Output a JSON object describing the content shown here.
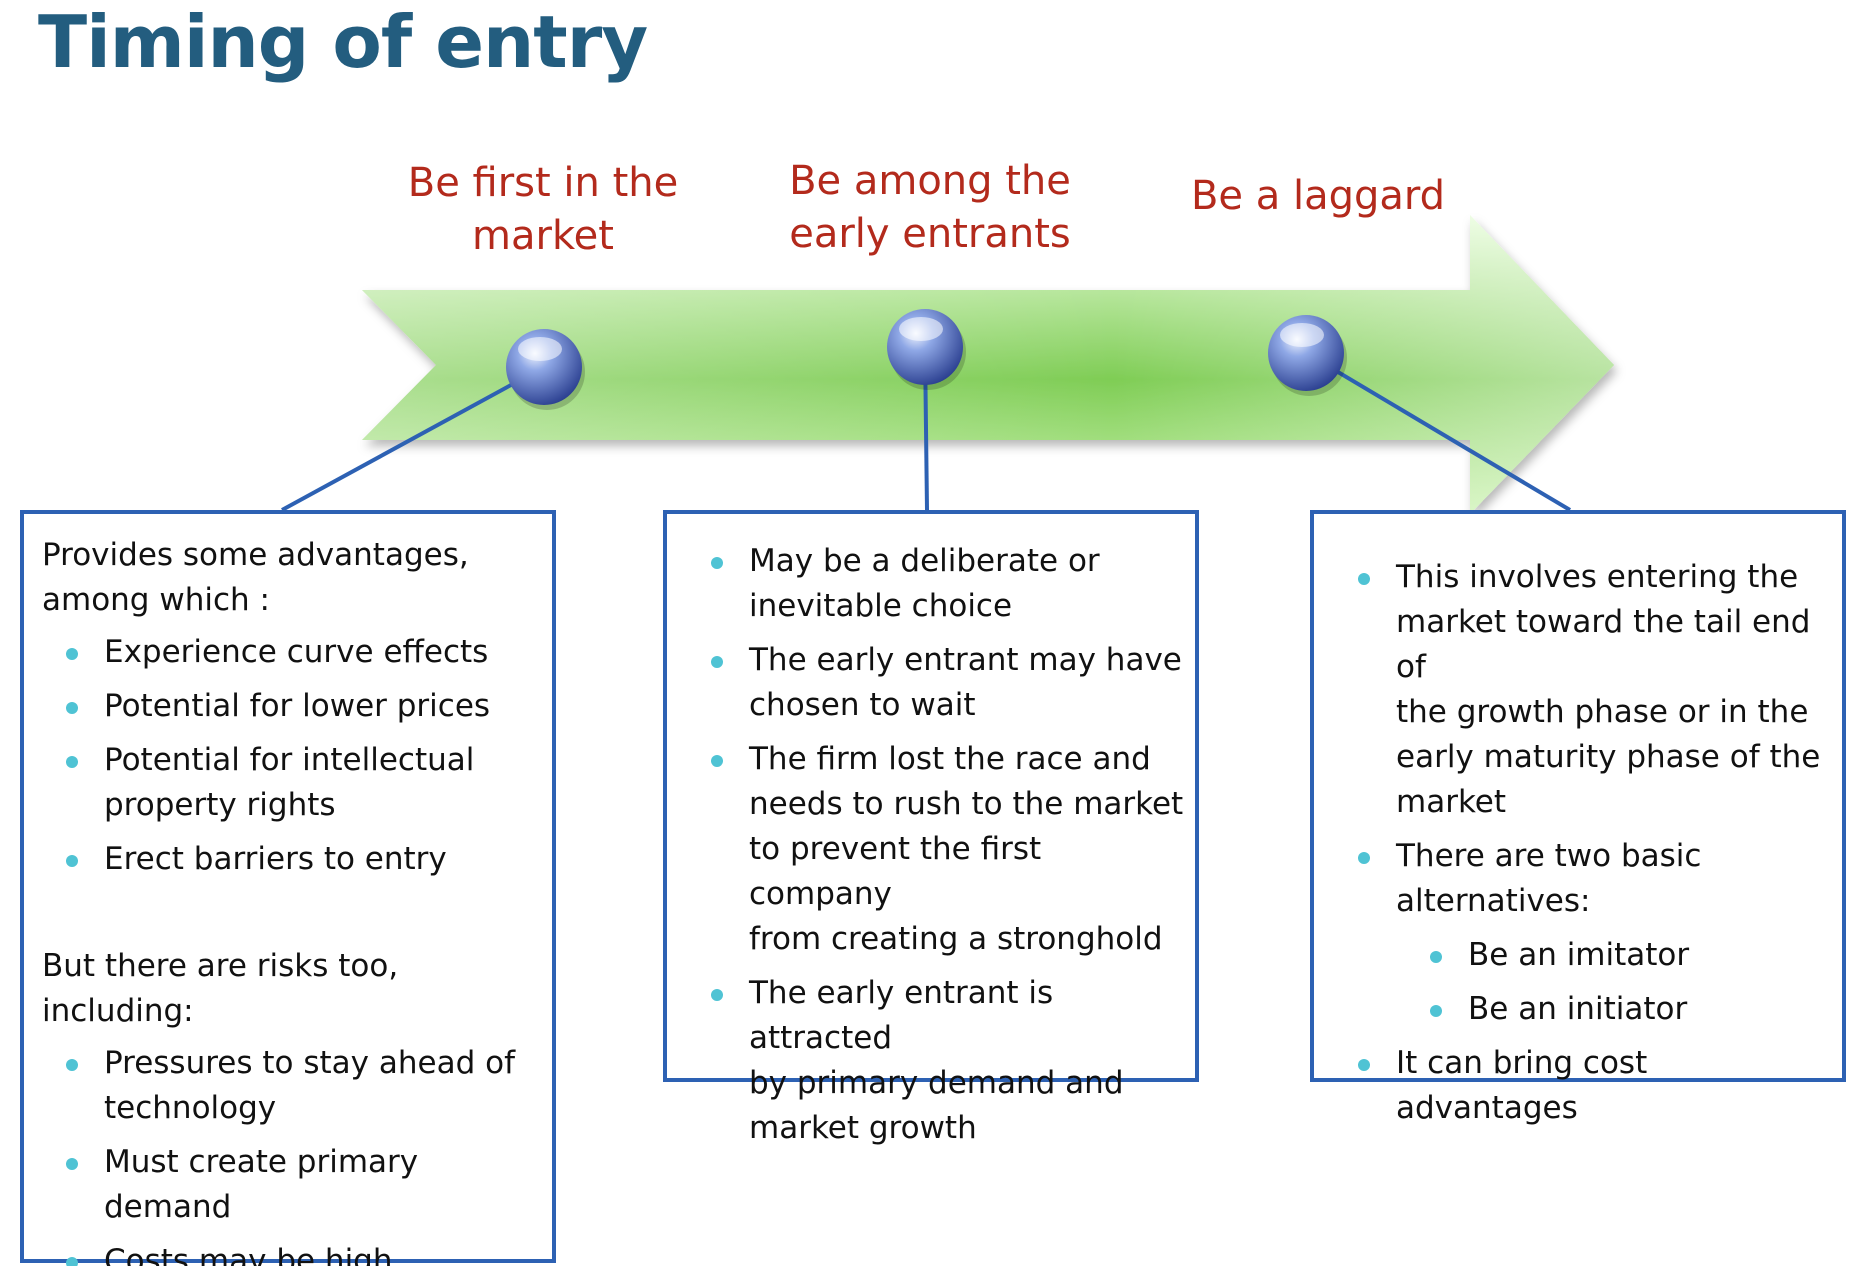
{
  "title": "Timing of entry",
  "stages": [
    {
      "title_lines": [
        "Be first in the",
        "market"
      ],
      "intro_lines": [
        "Provides some advantages,",
        "among which :"
      ],
      "items": [
        {
          "lines": [
            "Experience curve effects"
          ]
        },
        {
          "lines": [
            "Potential for lower prices"
          ]
        },
        {
          "lines": [
            "Potential for intellectual",
            "property rights"
          ]
        },
        {
          "lines": [
            "Erect barriers to entry"
          ]
        }
      ],
      "risks_lines": [
        "But there are risks too,",
        "including:"
      ],
      "risk_items": [
        {
          "lines": [
            "Pressures to stay ahead of",
            "technology"
          ]
        },
        {
          "lines": [
            "Must create primary demand"
          ]
        },
        {
          "lines": [
            "Costs may be high"
          ]
        }
      ]
    },
    {
      "title_lines": [
        "Be among the",
        "early entrants"
      ],
      "items": [
        {
          "lines": [
            "May be a deliberate or",
            "inevitable choice"
          ]
        },
        {
          "lines": [
            "The early entrant may have",
            "chosen to wait"
          ]
        },
        {
          "lines": [
            "The firm lost the race and",
            "needs to rush to the market",
            "to prevent the first company",
            "from creating a stronghold"
          ]
        },
        {
          "lines": [
            "The early entrant is attracted",
            "by primary demand and",
            "market growth"
          ]
        }
      ]
    },
    {
      "title_lines": [
        "Be a laggard"
      ],
      "items": [
        {
          "lines": [
            "This involves entering the",
            "market toward the tail end of",
            "the growth phase or in the",
            "early maturity phase of the",
            "market"
          ]
        },
        {
          "lines": [
            "There are two basic",
            "alternatives:"
          ]
        },
        {
          "lines": [
            "Be an imitator"
          ],
          "sub": true
        },
        {
          "lines": [
            "Be an initiator"
          ],
          "sub": true
        },
        {
          "lines": [
            "It can bring cost advantages"
          ]
        }
      ]
    }
  ],
  "colors": {
    "title": "#235d7f",
    "stage_title": "#b32a1c",
    "box_border": "#2d61b3",
    "connector": "#2d61b3",
    "bullet": "#4fc3d4",
    "arrow_light": "#d9fbc8",
    "arrow_mid": "#7fcd55",
    "node": "#4a66b8"
  }
}
